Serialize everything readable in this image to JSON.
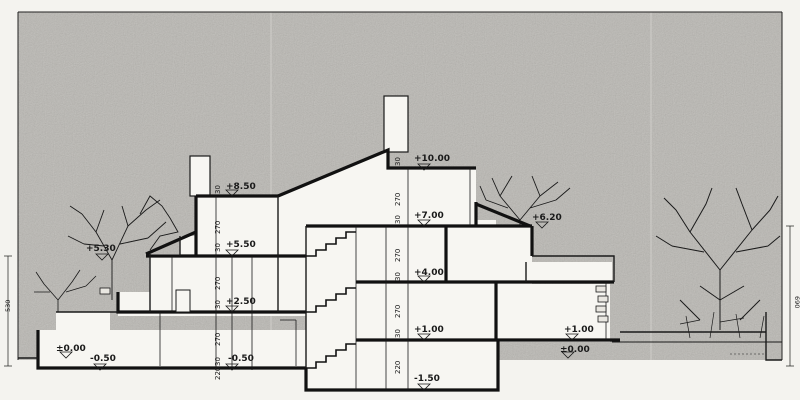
{
  "levels": {
    "l_1000": "+10.00",
    "l_850": "+8.50",
    "l_700": "+7.00",
    "l_620": "+6.20",
    "l_550": "+5.50",
    "l_530": "+5.30",
    "l_400": "+4.00",
    "l_250": "+2.50",
    "l_100": "+1.00",
    "l_100b": "+1.00",
    "l_000": "±0.00",
    "l_000b": "±0.00",
    "l_m050": "-0.50",
    "l_m050b": "-0.50",
    "l_m150": "-1.50"
  },
  "dimensions": {
    "d30a": "30",
    "d270a": "270",
    "d30b": "30",
    "d270b": "270",
    "d30c": "30",
    "d270c": "270",
    "d30d": "30",
    "d220d": "220",
    "d30e": "30",
    "d270e": "270",
    "d30f": "30",
    "d270f": "270",
    "d30g": "30",
    "d270g": "270",
    "d30h": "30",
    "d220h": "220"
  },
  "margin_dims": {
    "left_height": "530",
    "right_height": "690"
  }
}
